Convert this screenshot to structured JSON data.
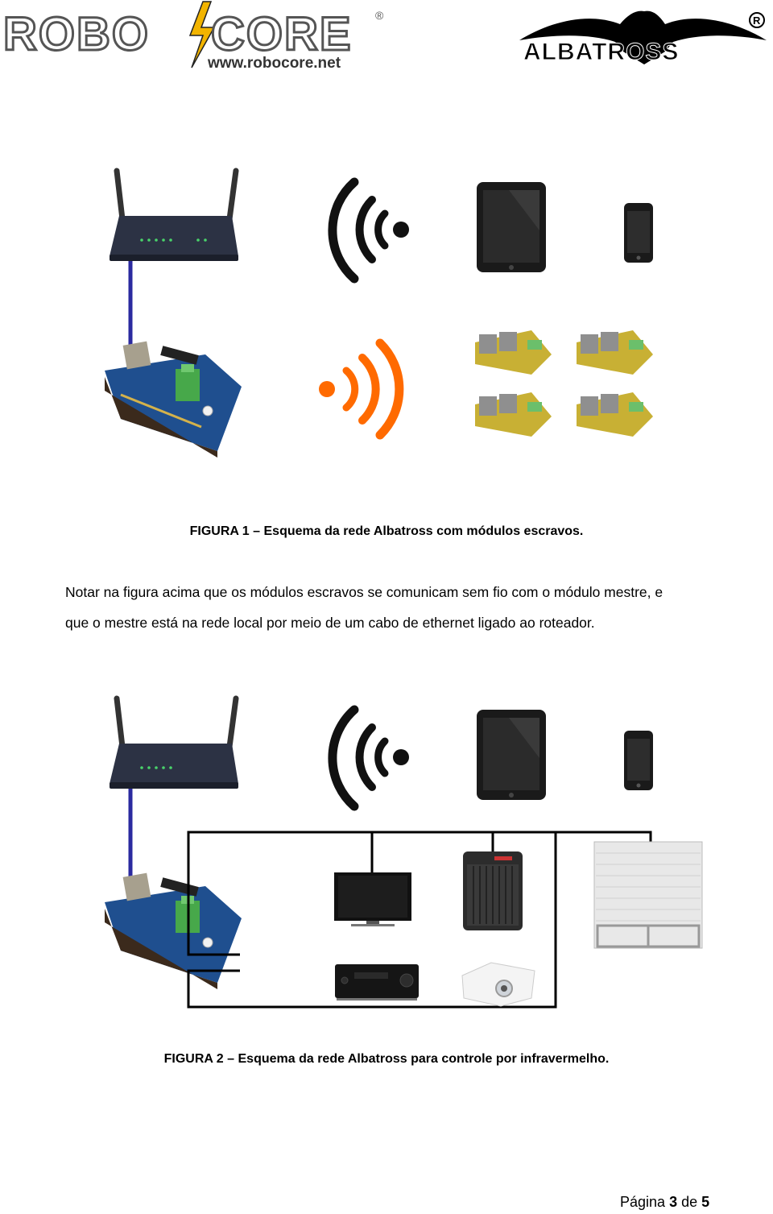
{
  "header": {
    "left_logo": {
      "word_a": "ROBO",
      "word_b": "CORE",
      "url": "www.robocore.net",
      "mark": "®"
    },
    "right_logo": {
      "word": "ALBATROSS",
      "mark": "R"
    }
  },
  "figure1": {
    "caption": "FIGURA 1 – Esquema da rede Albatross com módulos escravos."
  },
  "body": {
    "line1": "Notar na figura acima que os módulos escravos se comunicam sem fio com o módulo mestre, e",
    "line2": "que o mestre está na rede local por meio de um cabo de ethernet ligado ao roteador."
  },
  "figure2": {
    "caption": "FIGURA 2 – Esquema da rede Albatross para controle por infravermelho."
  },
  "footer": {
    "prefix": "Página",
    "current": "3",
    "sep": "de",
    "total": "5"
  },
  "colors": {
    "cable": "#2b2aa0",
    "wifi": "#111111",
    "rf": "#ff6a00",
    "board_blue": "#1f4f8f",
    "relay_pcb": "#c8b034"
  }
}
